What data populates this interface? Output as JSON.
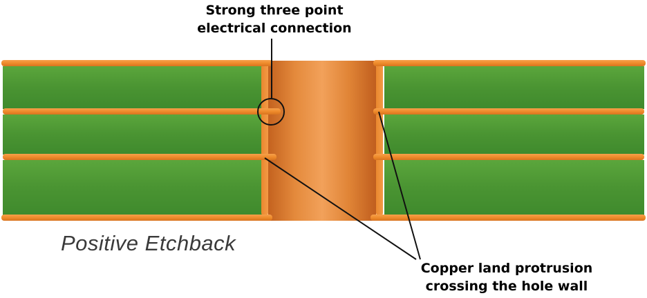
{
  "labels": {
    "top_line1": "Strong three point",
    "top_line2": "electrical connection",
    "bottom_line1": "Copper land protrusion",
    "bottom_line2": "crossing the hole wall",
    "caption": "Positive Etchback"
  },
  "colors": {
    "laminate": "#4f9a34",
    "copper_layer": "#f0912e",
    "barrel": "#d9762e",
    "leader_line": "#111111"
  }
}
